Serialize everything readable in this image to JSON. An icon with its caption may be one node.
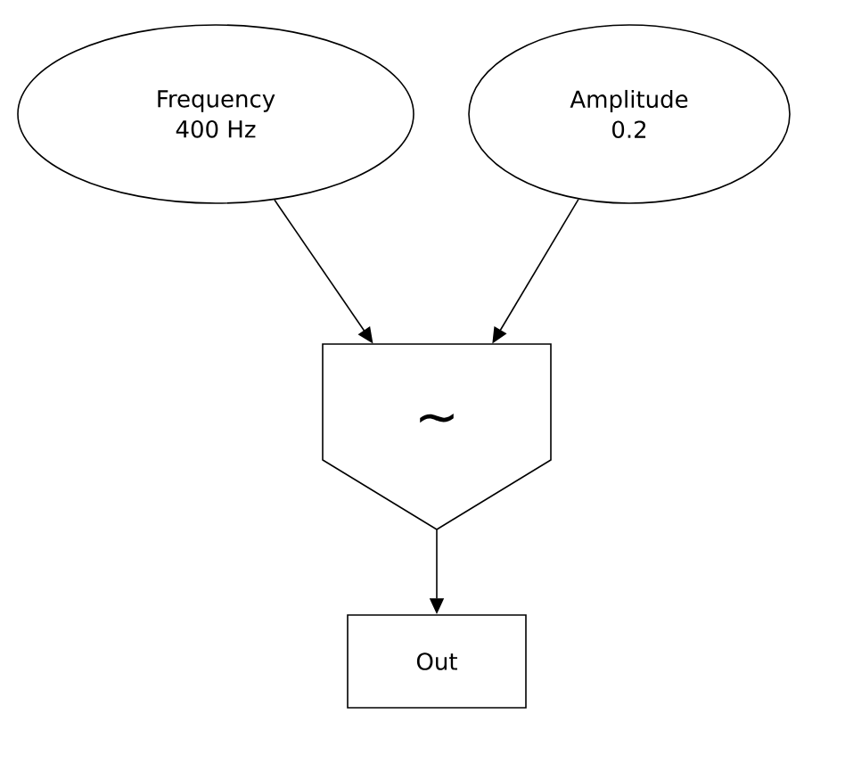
{
  "diagram": {
    "nodes": [
      {
        "text": [
          "Frequency",
          "400 Hz"
        ]
      },
      {
        "text": [
          "Amplitude",
          "0.2"
        ]
      },
      {
        "text": [
          "~"
        ]
      },
      {
        "text": [
          "Out"
        ]
      }
    ],
    "edges": [
      {
        "from": 0,
        "to": 2,
        "arrow": "to"
      },
      {
        "from": 1,
        "to": 2,
        "arrow": "to"
      },
      {
        "from": 2,
        "to": 3,
        "arrow": "to"
      }
    ]
  }
}
